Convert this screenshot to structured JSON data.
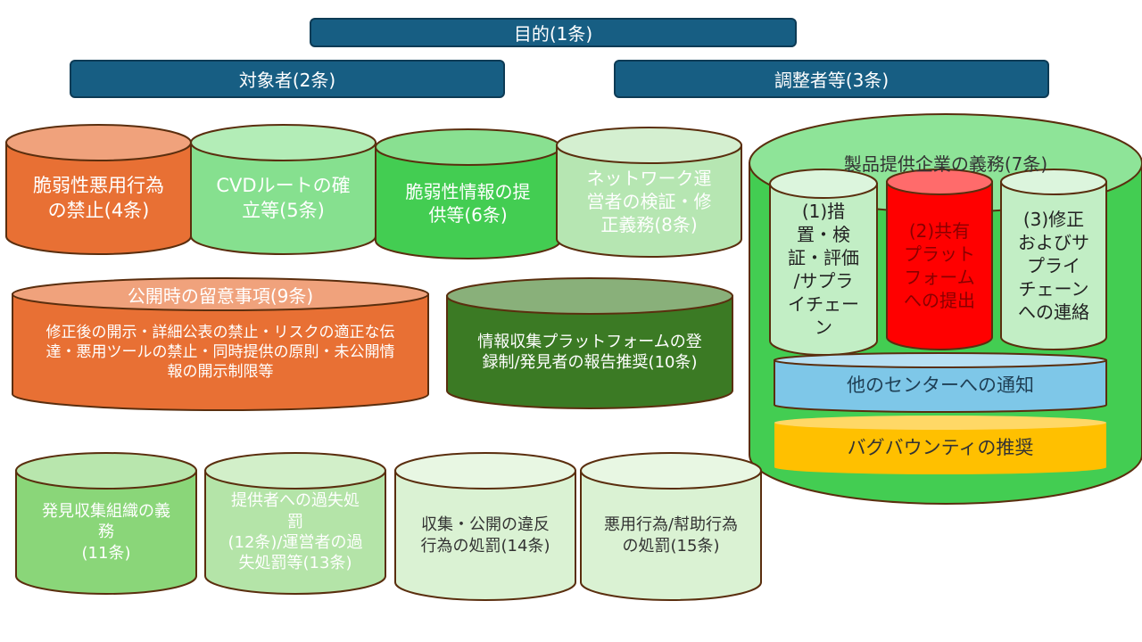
{
  "header": {
    "purpose": "目的(1条)",
    "subjects": "対象者(2条)",
    "coordinators": "調整者等(3条)"
  },
  "cylinders": {
    "art4": {
      "text": "脆弱性悪用行為\nの禁止(4条)",
      "color": "#e87034",
      "top": "#f0a27c",
      "text_color": "#ffffff"
    },
    "art5": {
      "text": "CVDルートの確\n立等(5条)",
      "color": "#86e08f",
      "top": "#b3edb7",
      "text_color": "#ffffff"
    },
    "art6": {
      "text": "脆弱性情報の提\n供等(6条)",
      "color": "#43cd52",
      "top": "#89e091",
      "text_color": "#ffffff"
    },
    "art8": {
      "text": "ネットワーク運\n営者の検証・修\n正義務(8条)",
      "color": "#b6e6b2",
      "top": "#d4efd0",
      "text_color": "#ffffff"
    },
    "art9": {
      "title": "公開時の留意事項(9条)",
      "text": "修正後の開示・詳細公表の禁止・リスクの適正な伝\n達・悪用ツールの禁止・同時提供の原則・未公開情\n報の開示制限等",
      "color": "#e87034",
      "top": "#f0a27c",
      "text_color": "#ffffff"
    },
    "art10": {
      "text": "情報収集プラットフォームの登\n録制/発見者の報告推奨(10条)",
      "color": "#3b7a24",
      "top": "#89b07a",
      "text_color": "#ffffff"
    },
    "art7": {
      "title": "製品提供企業の義務(7条)",
      "color": "#43cd52",
      "top": "#8ee498",
      "text_color": "#333333"
    },
    "art7_1": {
      "text": "(1)措\n置・検\n証・評価\n/サプラ\nイチェー\nン",
      "color": "#c2eec5",
      "top": "#dcf5dd",
      "text_color": "#222222"
    },
    "art7_2": {
      "text": "(2)共有\nプラット\nフォーム\nへの提出",
      "color": "#ff0000",
      "top": "#ff6b6b",
      "text_color": "#8a0000"
    },
    "art7_3": {
      "text": "(3)修正\nおよびサ\nプライ\nチェーン\nへの連絡",
      "color": "#c2eec5",
      "top": "#dcf5dd",
      "text_color": "#222222"
    },
    "notify": {
      "text": "他のセンターへの通知",
      "color": "#7ec7e8",
      "top": "#b7e0f3",
      "text_color": "#1f3f55"
    },
    "bounty": {
      "text": "バグバウンティの推奨",
      "color": "#ffc000",
      "top": "#ffd866",
      "text_color": "#333333"
    },
    "art11": {
      "text": "発見収集組織の義\n務\n(11条)",
      "color": "#8ad679",
      "top": "#b8e6ad",
      "text_color": "#ffffff"
    },
    "art12": {
      "text": "提供者への過失処\n罰\n(12条)/運営者の過\n失処罰等(13条)",
      "color": "#b4e4a8",
      "top": "#d2efc9",
      "text_color": "#ffffff"
    },
    "art14": {
      "text": "収集・公開の違反\n行為の処罰(14条)",
      "color": "#daf2d3",
      "top": "#e8f7e3",
      "text_color": "#333333"
    },
    "art15": {
      "text": "悪用行為/幇助行為\nの処罰(15条)",
      "color": "#daf2d3",
      "top": "#e8f7e3",
      "text_color": "#333333"
    }
  },
  "colors": {
    "header_bar": "#175e83",
    "outline": "#5a2e0e"
  }
}
